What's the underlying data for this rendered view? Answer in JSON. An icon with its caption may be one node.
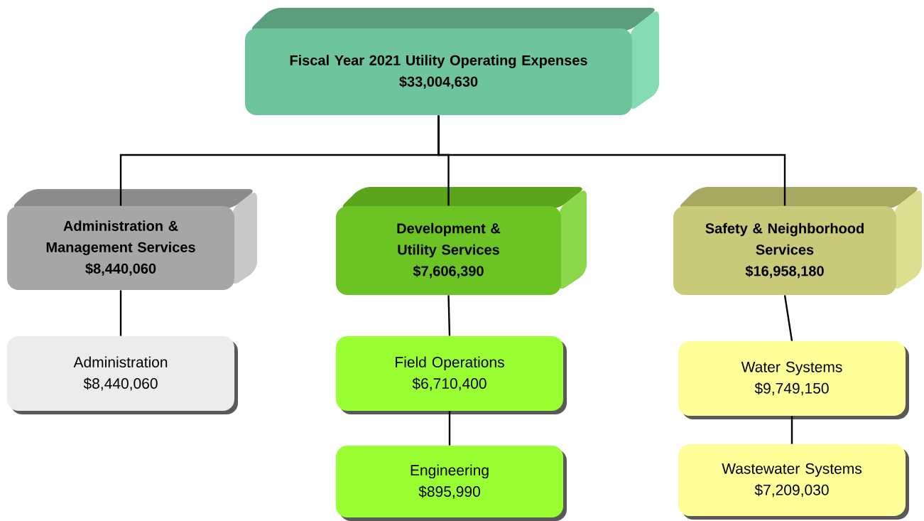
{
  "diagram": {
    "nodes": [
      {
        "text": [
          "Fiscal Year 2021 Utility Operating Expenses",
          "$33,004,630"
        ]
      },
      {
        "text": [
          "Administration & Management Services",
          "$8,440,060"
        ]
      },
      {
        "text": [
          "Development & Utility Services",
          "$7,606,390"
        ]
      },
      {
        "text": [
          "Safety & Neighborhood Services",
          "$16,958,180"
        ]
      },
      {
        "text": [
          "Administration",
          "$8,440,060"
        ]
      },
      {
        "text": [
          "Field Operations",
          "$6,710,400"
        ]
      },
      {
        "text": [
          "Engineering",
          "$895,990"
        ]
      },
      {
        "text": [
          "Water Systems",
          "$9,749,150"
        ]
      },
      {
        "text": [
          "Wastewater Systems",
          "$7,209,030"
        ]
      }
    ],
    "edges": [
      {
        "from": 0,
        "to": 1,
        "arrow": "none"
      },
      {
        "from": 0,
        "to": 2,
        "arrow": "none"
      },
      {
        "from": 0,
        "to": 3,
        "arrow": "none"
      },
      {
        "from": 1,
        "to": 4,
        "arrow": "none"
      },
      {
        "from": 2,
        "to": 5,
        "arrow": "none"
      },
      {
        "from": 5,
        "to": 6,
        "arrow": "none"
      },
      {
        "from": 3,
        "to": 7,
        "arrow": "none"
      },
      {
        "from": 7,
        "to": 8,
        "arrow": "none"
      }
    ]
  }
}
